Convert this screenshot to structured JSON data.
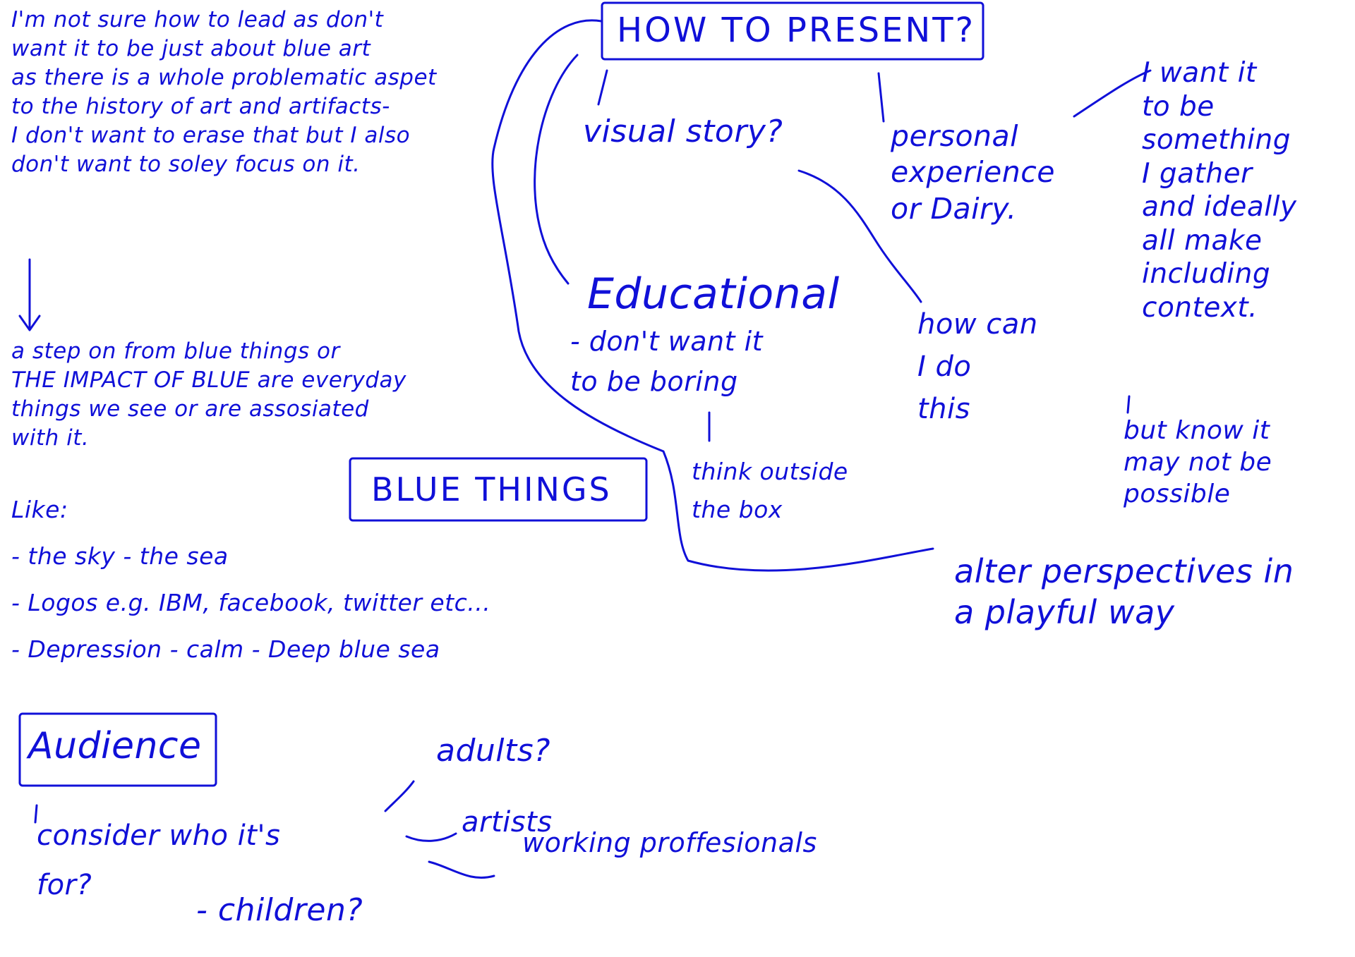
{
  "ink_color": "#1010d8",
  "paper_color": "#ffffff",
  "notes": {
    "intro": "I'm not sure how to lead as don't\nwant it to be just about blue art\nas there is a whole problematic aspet\nto the history of art and artifacts-\nI don't want to erase that but I also\ndon't want to soley focus on it.",
    "step_on": "a step on from blue things or\nTHE IMPACT OF BLUE are everyday\nthings we see or are assosiated\nwith it.",
    "like": "Like:\n- the sky   - the sea\n- Logos e.g. IBM, facebook, twitter etc...\n- Depression  - calm  - Deep blue sea",
    "blue_things": "BLUE THINGS",
    "how_to_present": "HOW TO PRESENT?",
    "visual_story": "visual story?",
    "personal": "personal\nexperience\nor Dairy.",
    "i_want": "I want it\nto be\nsomething\nI gather\nand ideally\nall make\nincluding\ncontext.",
    "but_know": "but know it\nmay not be\npossible",
    "educational": "Educational",
    "dont_want_boring": "- don't want it\nto be boring",
    "think_outside": "think outside\nthe box",
    "how_can": "how can\nI do\nthis",
    "alter": "alter perspectives in\na playful way",
    "audience": "Audience",
    "consider": "consider who it's\nfor?",
    "adults": "adults?",
    "artists": "artists",
    "working": "working proffesionals",
    "children": "- children?"
  }
}
